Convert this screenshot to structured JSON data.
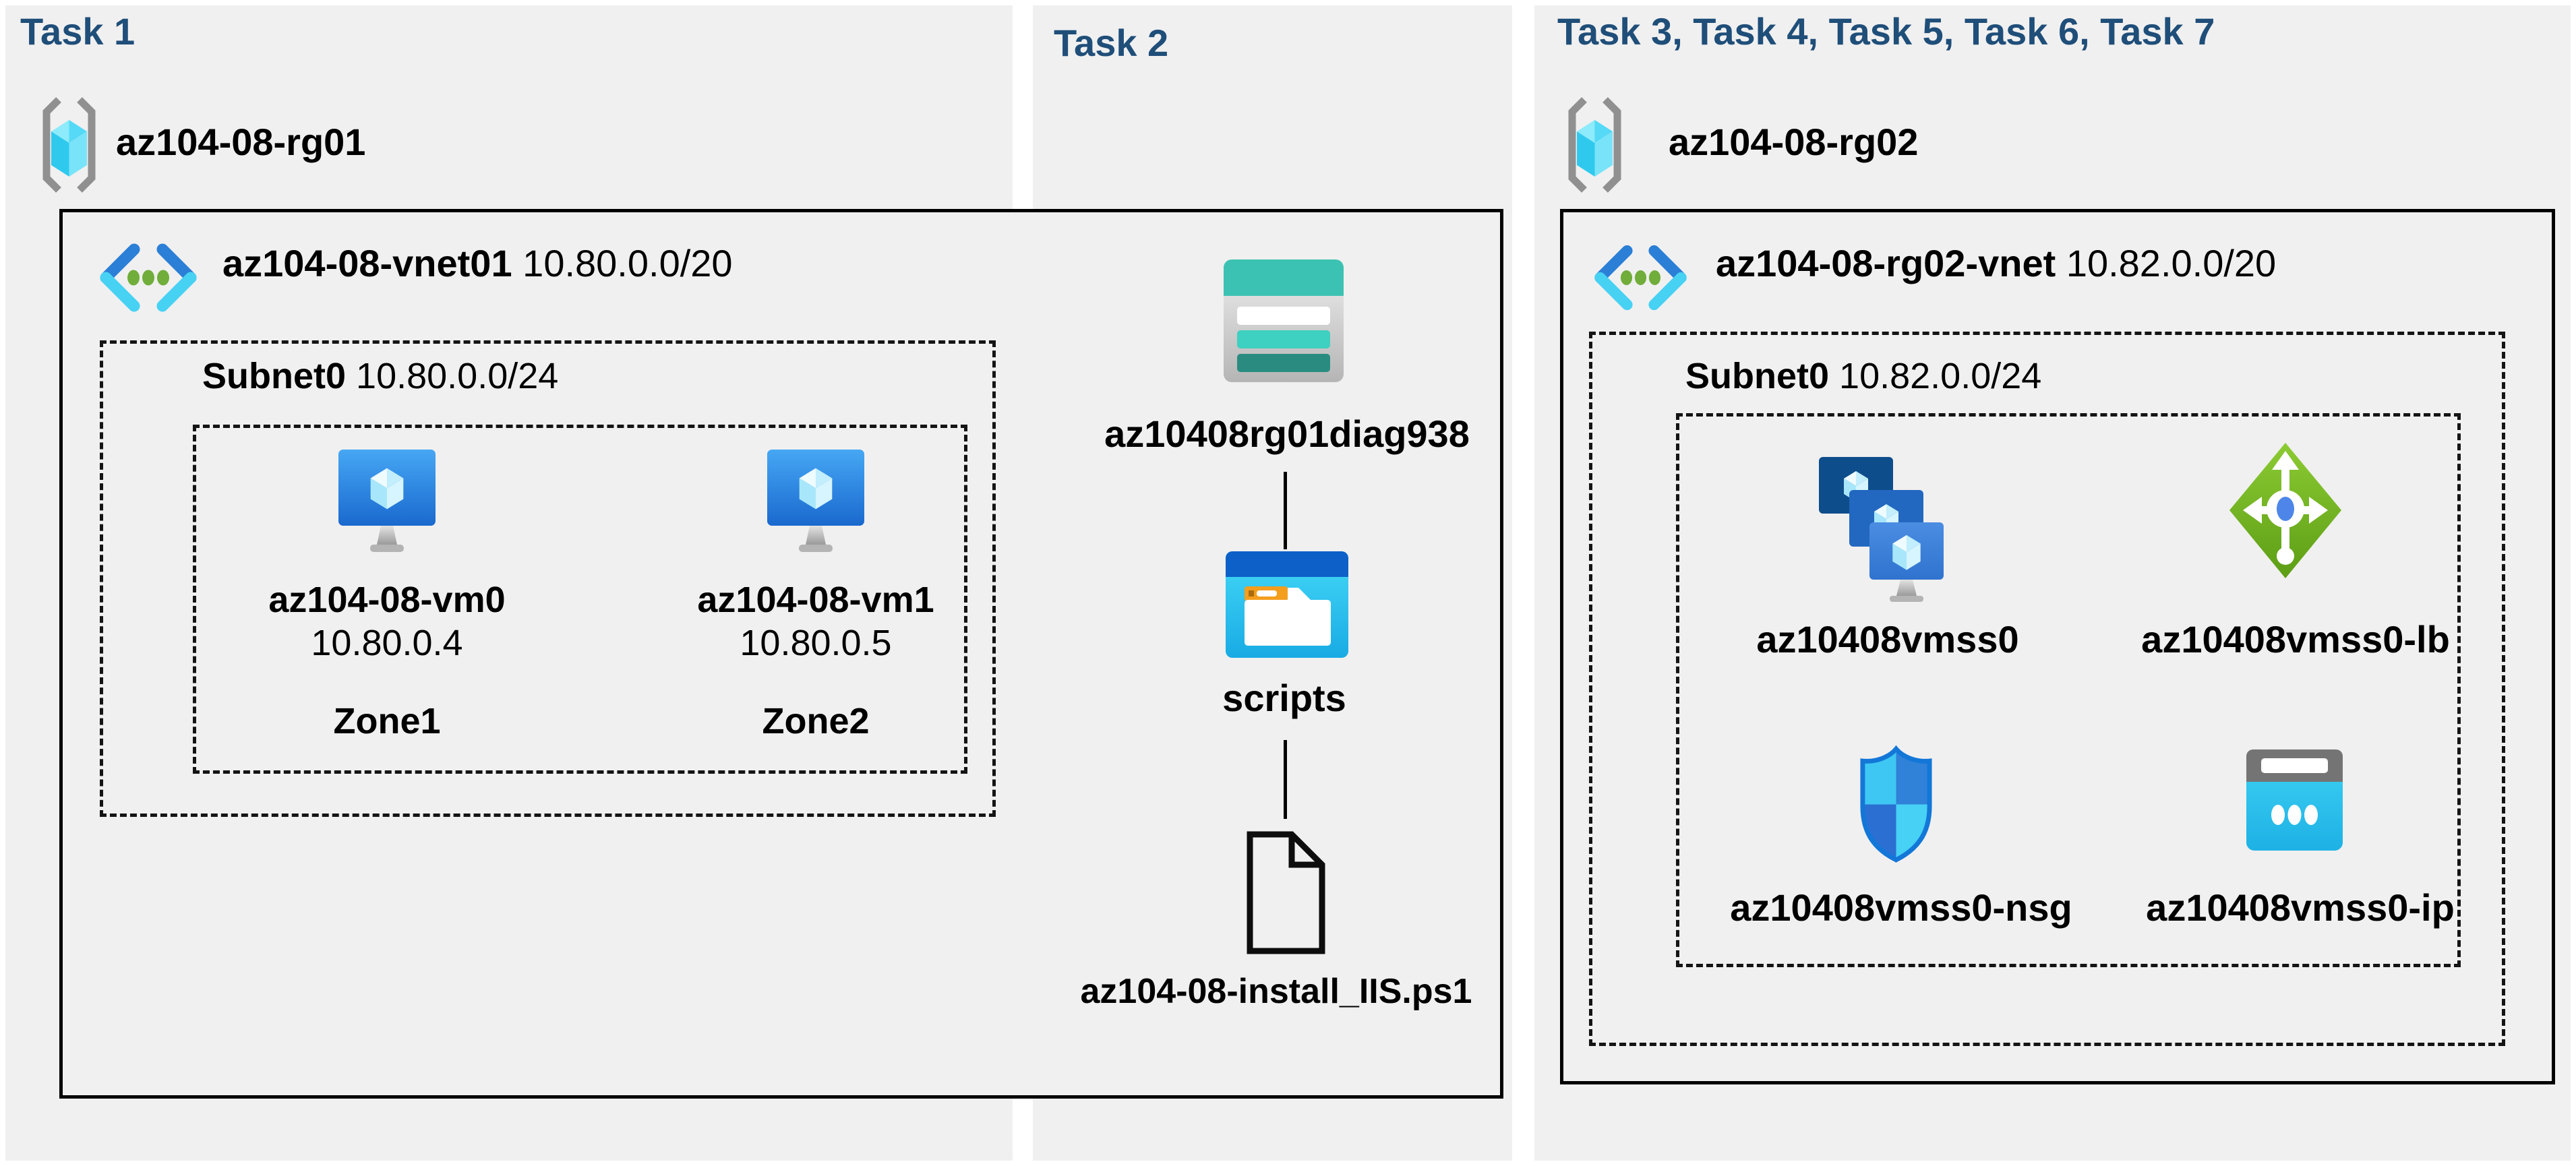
{
  "colors": {
    "panel_bg": "#f0f0f0",
    "page_bg": "#ffffff",
    "task_title": "#1f4e79",
    "label_text": "#000000",
    "box_border": "#000000",
    "vm_blue_top": "#46a7f4",
    "vm_blue_bottom": "#1a69ce",
    "vnet_chevron_blue": "#2b7fd6",
    "vnet_chevron_cyan": "#47d1f3",
    "vnet_dot_green": "#70ad3a",
    "storage_teal": "#3cc2b2",
    "storage_teal_dark": "#2a8c80",
    "folder_title_blue": "#0c60c8",
    "folder_body_cyan": "#2bc4ef",
    "folder_tab_orange": "#f49e1d",
    "lb_green": "#76b82a",
    "nsg_blue": "#3081d8",
    "ip_cyan": "#2bc3ee",
    "ip_gray": "#747474",
    "rg_bracket_gray": "#909090"
  },
  "panels": {
    "task1": {
      "title": "Task 1",
      "resource_group": "az104-08-rg01",
      "vnet": {
        "name": "az104-08-vnet01",
        "cidr": "10.80.0.0/20"
      },
      "subnet": {
        "name": "Subnet0",
        "cidr": "10.80.0.0/24"
      },
      "vms": [
        {
          "name": "az104-08-vm0",
          "ip": "10.80.0.4",
          "zone": "Zone1"
        },
        {
          "name": "az104-08-vm1",
          "ip": "10.80.0.5",
          "zone": "Zone2"
        }
      ]
    },
    "task2": {
      "title": "Task 2",
      "storage_account": "az10408rg01diag938",
      "container": "scripts",
      "file": "az104-08-install_IIS.ps1"
    },
    "task3": {
      "title": "Task 3, Task 4, Task 5, Task 6, Task 7",
      "resource_group": "az104-08-rg02",
      "vnet": {
        "name": "az104-08-rg02-vnet",
        "cidr": "10.82.0.0/20"
      },
      "subnet": {
        "name": "Subnet0",
        "cidr": "10.82.0.0/24"
      },
      "resources": [
        {
          "name": "az10408vmss0"
        },
        {
          "name": "az10408vmss0-lb"
        },
        {
          "name": "az10408vmss0-nsg"
        },
        {
          "name": "az10408vmss0-ip"
        }
      ]
    }
  }
}
